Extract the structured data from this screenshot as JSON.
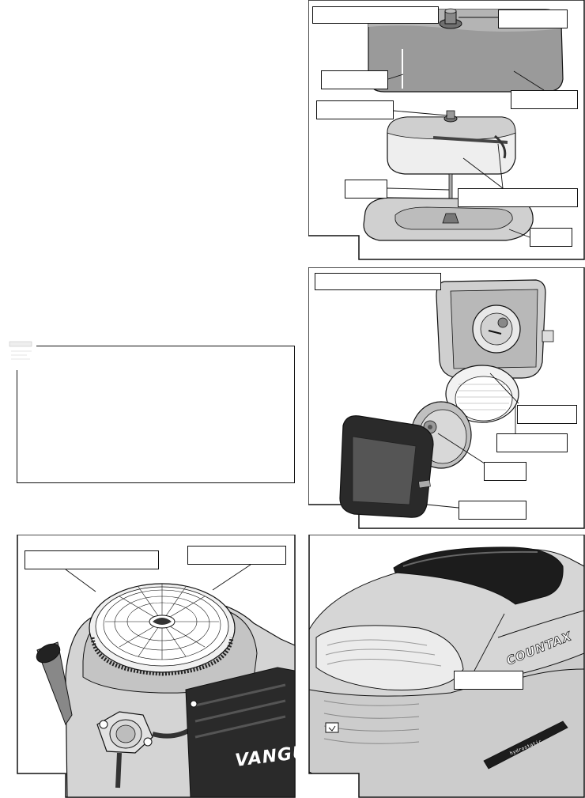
{
  "page": {
    "left_column_note": {
      "icon_label": "x",
      "text": ""
    }
  },
  "figures": {
    "air_filter_oval": {
      "title": "",
      "callouts": [
        "",
        "",
        "",
        "",
        "",
        "",
        "",
        ""
      ]
    },
    "air_filter_round": {
      "title": "",
      "callouts": [
        "",
        "",
        "",
        ""
      ]
    },
    "engine_top": {
      "callouts": [
        "",
        ""
      ],
      "brand_mark": "VANGUA"
    },
    "tractor_hood": {
      "callouts": [
        ""
      ],
      "brand_mark": "COUNTAX",
      "decal_text": "hydrostatic"
    }
  },
  "colors": {
    "ink": "#111111",
    "part_gray": "#9a9a9a",
    "light_gray": "#d8d8d8",
    "dark_part": "#2a2a2a"
  }
}
